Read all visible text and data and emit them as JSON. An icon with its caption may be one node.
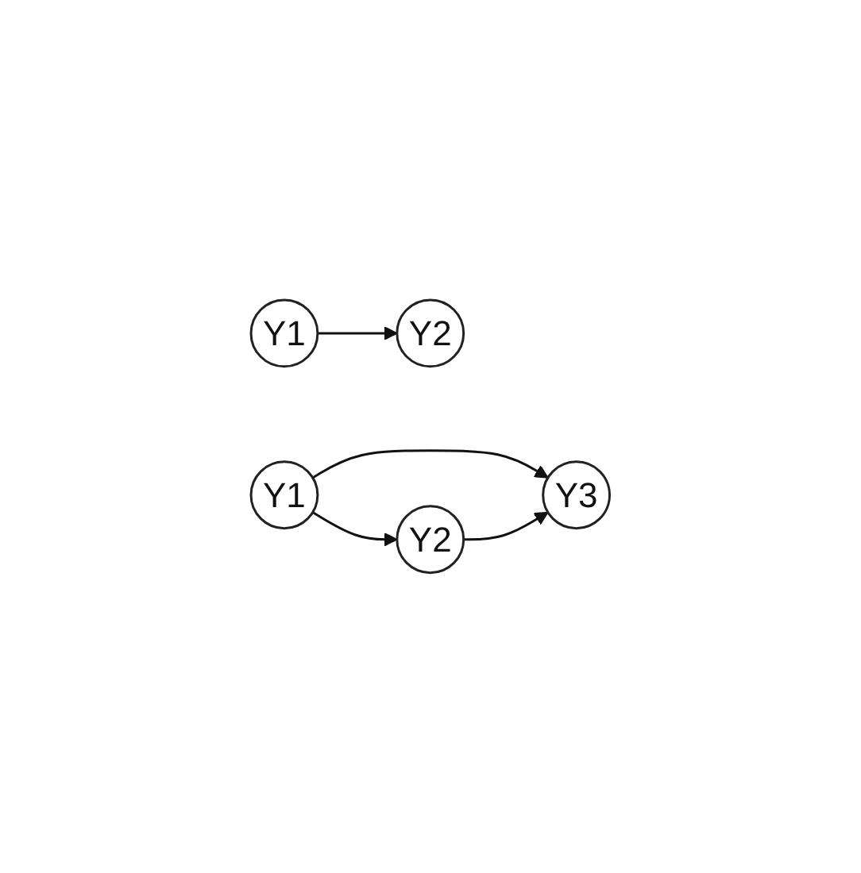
{
  "diagram": {
    "nodes": [
      {
        "text": [
          "Y1"
        ]
      },
      {
        "text": [
          "Y2"
        ]
      },
      {
        "text": [
          "Y1"
        ]
      },
      {
        "text": [
          "Y3"
        ]
      },
      {
        "text": [
          "Y2"
        ]
      }
    ],
    "edges": [
      {
        "from": 0,
        "to": 1,
        "arrow": "to"
      },
      {
        "from": 2,
        "to": 3,
        "arrow": "to"
      },
      {
        "from": 2,
        "to": 4,
        "arrow": "to"
      },
      {
        "from": 4,
        "to": 3,
        "arrow": "to"
      }
    ]
  }
}
